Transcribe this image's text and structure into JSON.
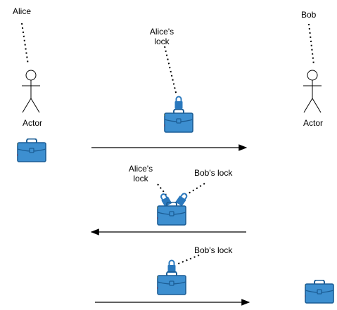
{
  "actors": {
    "alice": {
      "name_label": "Alice",
      "caption": "Actor"
    },
    "bob": {
      "name_label": "Bob",
      "caption": "Actor"
    }
  },
  "lock_labels": {
    "step1_alice_line1": "Alice's",
    "step1_alice_line2": "lock",
    "step2_alice_line1": "Alice's",
    "step2_alice_line2": "lock",
    "step2_bob": "Bob's lock",
    "step3_bob": "Bob's lock"
  },
  "colors": {
    "case_fill": "#3d8fd0",
    "case_stroke": "#1b5d95",
    "lock_fill": "#2a78bd",
    "accent_yellow": "#f2c43a",
    "accent_red": "#e05050",
    "line": "#000000"
  },
  "icons": [
    "stick-figure-icon",
    "briefcase-icon",
    "padlock-icon"
  ]
}
